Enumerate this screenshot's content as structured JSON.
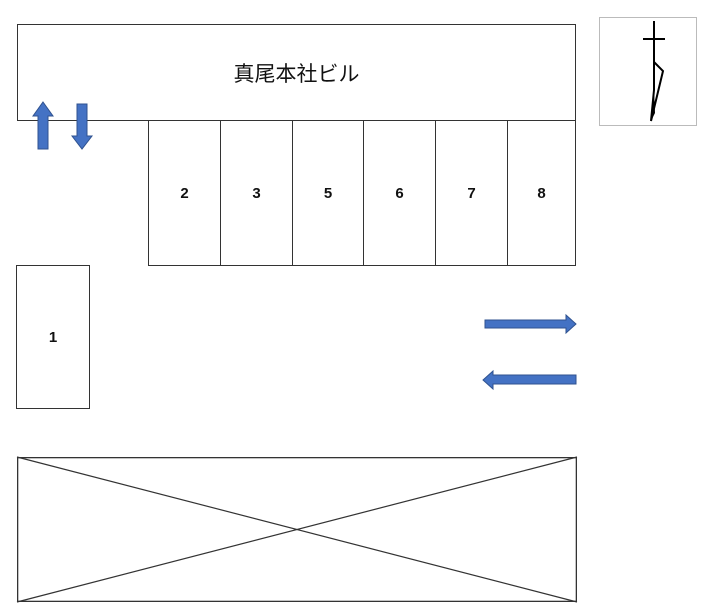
{
  "building": {
    "label": "真尾本社ビル"
  },
  "spaces": [
    {
      "label": "2"
    },
    {
      "label": "3"
    },
    {
      "label": "5"
    },
    {
      "label": "6"
    },
    {
      "label": "7"
    },
    {
      "label": "8"
    },
    {
      "label": "1"
    }
  ],
  "arrows": {
    "vertical": [
      "up",
      "down"
    ],
    "horizontal": [
      "right",
      "left"
    ],
    "color": "#4472C4"
  },
  "compass": {
    "icon": "north-arrow-icon"
  },
  "crossed_area": {
    "icon": "crossed-box"
  }
}
